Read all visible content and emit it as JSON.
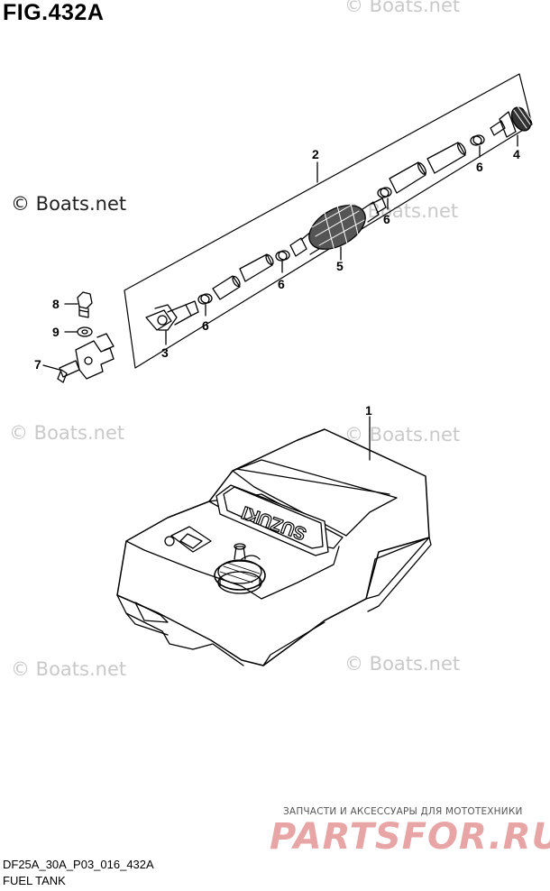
{
  "figure": {
    "title": "FIG.432A",
    "code": "DF25A_30A_P03_016_432A",
    "name": "FUEL TANK"
  },
  "watermarks": {
    "w1": "© Boats.net",
    "w2": "© Boats.net",
    "w3": "© Boats.net",
    "w4": "© Boats.net",
    "w5": "© Boats.net",
    "w6": "© Boats.net",
    "w7": "© Boats.net"
  },
  "stamp": {
    "line1": "ЗАПЧАСТИ И АКСЕССУАРЫ ДЛЯ МОТОТЕХНИКИ",
    "logo": "PARTSFOR.RU"
  },
  "tank": {
    "brand": "SUZUKI"
  },
  "callouts": {
    "c1": "1",
    "c2": "2",
    "c3": "3",
    "c4": "4",
    "c5": "5",
    "c6a": "6",
    "c6b": "6",
    "c6c": "6",
    "c6d": "6",
    "c7": "7",
    "c8": "8",
    "c9": "9"
  }
}
